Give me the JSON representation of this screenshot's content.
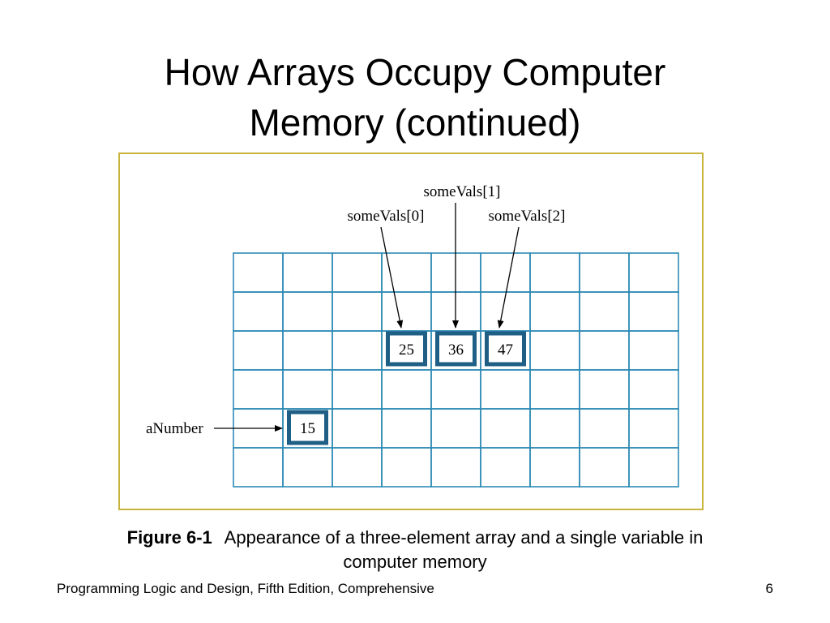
{
  "title": {
    "line1": "How Arrays Occupy Computer",
    "line2": "Memory (continued)"
  },
  "diagram": {
    "grid": {
      "columns": 9,
      "rows": 6
    },
    "colors": {
      "grid": "#2e8ab4",
      "highlight": "#1f5f86",
      "frame": "#c8b43c"
    },
    "array_labels": [
      "someVals[0]",
      "someVals[1]",
      "someVals[2]"
    ],
    "array_values": [
      "25",
      "36",
      "47"
    ],
    "variable_label": "aNumber",
    "variable_value": "15"
  },
  "caption": {
    "label": "Figure 6-1",
    "text": "Appearance of a three-element array and a single variable in computer memory"
  },
  "footer": {
    "left": "Programming Logic and Design, Fifth Edition, Comprehensive",
    "page": "6"
  }
}
